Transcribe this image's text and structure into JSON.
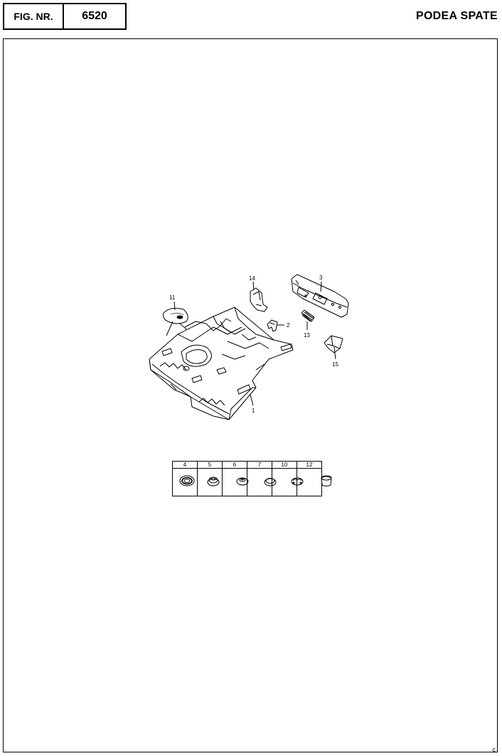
{
  "header": {
    "fig_label": "FIG. NR.",
    "fig_number": "6520",
    "title": "PODEA SPATE"
  },
  "diagram": {
    "callouts": [
      "1",
      "2",
      "3",
      "11",
      "13",
      "14",
      "15"
    ]
  },
  "parts_table": {
    "numbers": [
      "4",
      "5",
      "6",
      "7",
      "10",
      "12"
    ]
  },
  "corner_mark": "c"
}
